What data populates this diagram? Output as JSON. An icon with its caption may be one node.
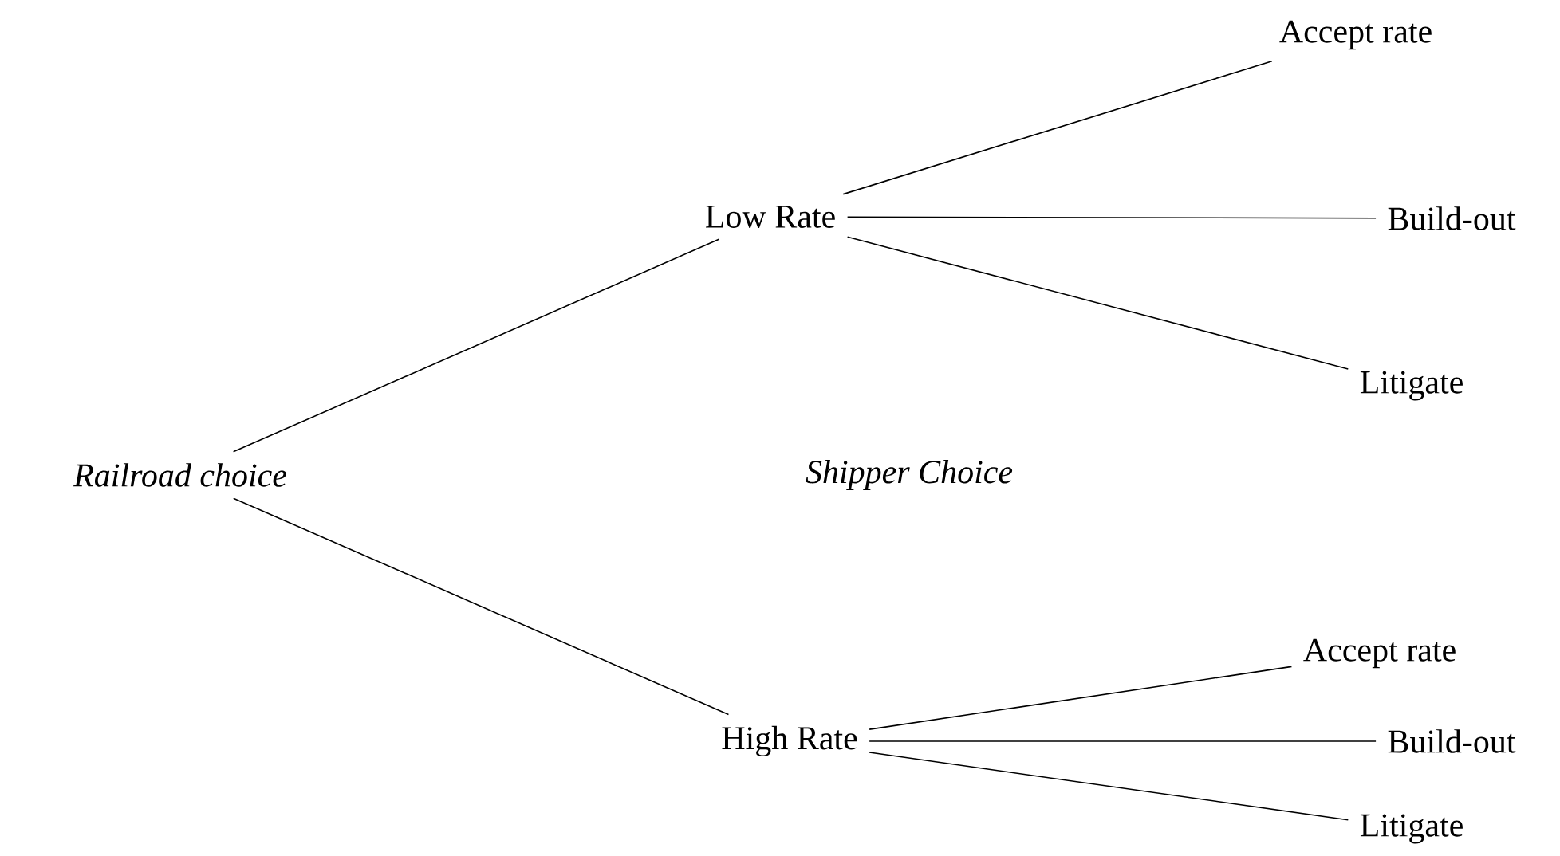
{
  "diagram": {
    "nodes": [
      {
        "text": [
          "Railroad choice"
        ]
      },
      {
        "text": [
          "Low Rate"
        ]
      },
      {
        "text": [
          "High Rate"
        ]
      },
      {
        "text": [
          "Accept rate"
        ]
      },
      {
        "text": [
          "Build-out"
        ]
      },
      {
        "text": [
          "Litigate"
        ]
      },
      {
        "text": [
          "Accept rate"
        ]
      },
      {
        "text": [
          "Build-out"
        ]
      },
      {
        "text": [
          "Litigate"
        ]
      }
    ],
    "edges": [
      {
        "from": 0,
        "to": 1,
        "arrow": "none"
      },
      {
        "from": 0,
        "to": 2,
        "arrow": "none"
      },
      {
        "from": 1,
        "to": 3,
        "arrow": "none"
      },
      {
        "from": 1,
        "to": 4,
        "arrow": "none"
      },
      {
        "from": 1,
        "to": 5,
        "arrow": "none"
      },
      {
        "from": 2,
        "to": 6,
        "arrow": "none"
      },
      {
        "from": 2,
        "to": 7,
        "arrow": "none"
      },
      {
        "from": 2,
        "to": 8,
        "arrow": "none"
      }
    ],
    "labels": [
      "Shipper Choice"
    ]
  }
}
